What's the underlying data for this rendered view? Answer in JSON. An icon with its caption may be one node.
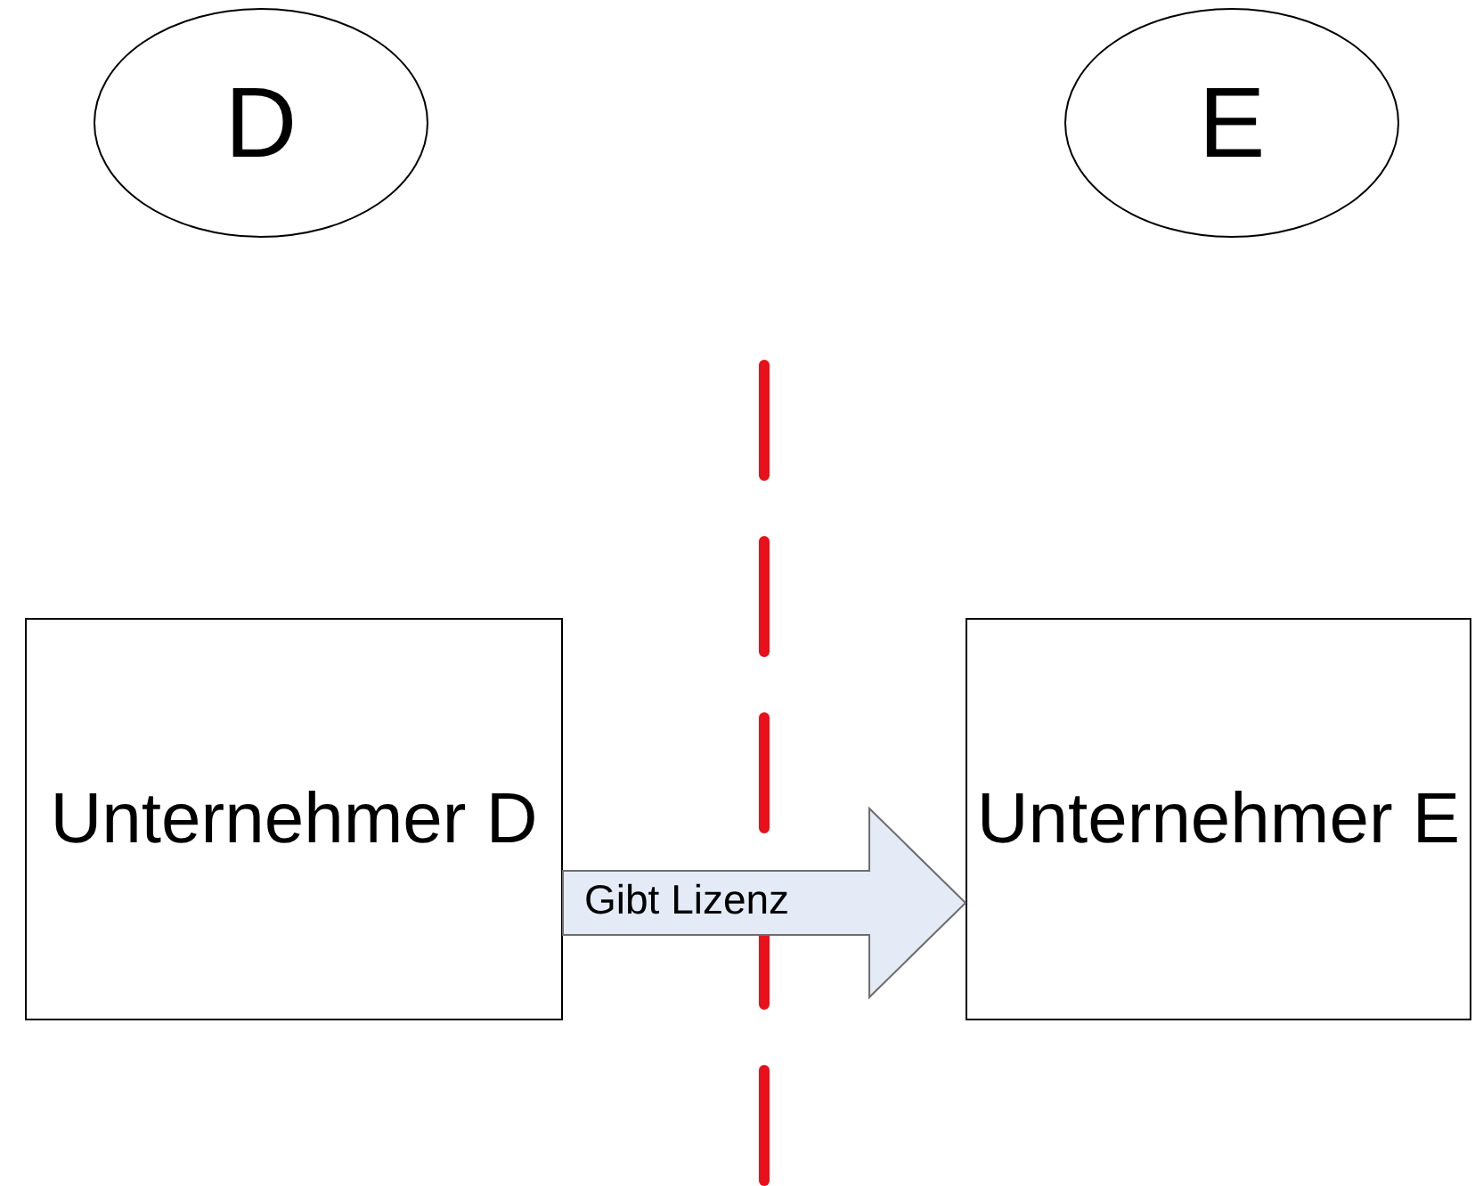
{
  "diagram": {
    "nodes": [
      {
        "text": [
          "D"
        ]
      },
      {
        "text": [
          "E"
        ]
      },
      {
        "text": [
          "Unternehmer D"
        ]
      },
      {
        "text": [
          "Unternehmer E"
        ]
      }
    ],
    "edges": [
      {
        "from": 2,
        "to": 3,
        "arrow": "to",
        "label": "Gibt Lizenz"
      }
    ]
  }
}
